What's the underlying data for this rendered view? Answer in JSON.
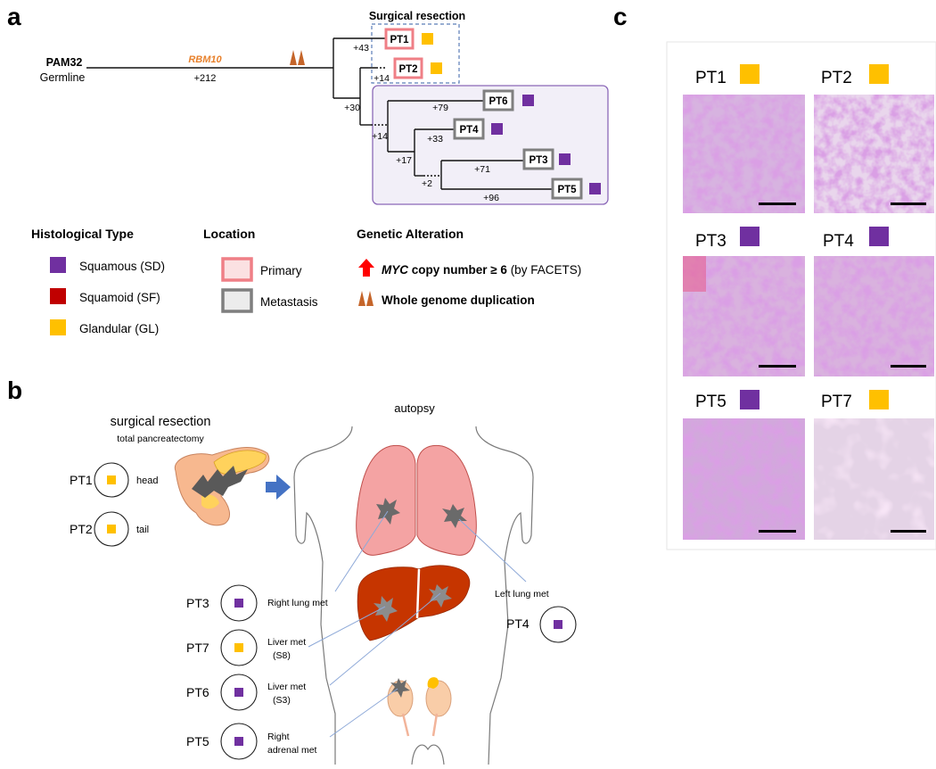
{
  "panel_a": {
    "label": "a",
    "tree": {
      "root_name": "PAM32",
      "root_sub": "Germline",
      "trunk_gene": "RBM10",
      "trunk_count": "+212",
      "branch_labels": [
        "+43",
        "+14",
        "+30",
        "+14",
        "+79",
        "+33",
        "+17",
        "+71",
        "+2",
        "+96"
      ],
      "leaves": [
        "PT1",
        "PT2",
        "PT6",
        "PT4",
        "PT3",
        "PT5"
      ],
      "surgical_label": "Surgical resection"
    },
    "legend": {
      "histo_title": "Histological Type",
      "histo_items": [
        {
          "label": "Squamous (SD)",
          "color": "#7030a0"
        },
        {
          "label": "Squamoid (SF)",
          "color": "#c00000"
        },
        {
          "label": "Glandular (GL)",
          "color": "#ffc000"
        }
      ],
      "location_title": "Location",
      "location_items": [
        {
          "label": "Primary",
          "fill": "#fbe1e2",
          "stroke": "#ef7f86"
        },
        {
          "label": "Metastasis",
          "fill": "#ececec",
          "stroke": "#7f7f7f"
        }
      ],
      "genetic_title": "Genetic Alteration",
      "myc_gene": "MYC",
      "myc_rest": " copy number ≥ 6",
      "myc_method": " (by FACETS)",
      "wgd_label": "Whole genome duplication"
    }
  },
  "panel_b": {
    "label": "b",
    "surgical_title": "surgical  resection",
    "surgical_sub": "total pancreatectomy",
    "autopsy_title": "autopsy",
    "samples": [
      {
        "id": "PT1",
        "site": "head",
        "color": "#ffc000"
      },
      {
        "id": "PT2",
        "site": "tail",
        "color": "#ffc000"
      },
      {
        "id": "PT3",
        "site": "Right lung met",
        "color": "#7030a0"
      },
      {
        "id": "PT7",
        "site_lines": [
          "Liver met",
          "(S8)"
        ],
        "color": "#ffc000"
      },
      {
        "id": "PT6",
        "site_lines": [
          "Liver met",
          "(S3)"
        ],
        "color": "#7030a0"
      },
      {
        "id": "PT5",
        "site_lines": [
          "Right",
          "adrenal met"
        ],
        "color": "#7030a0"
      },
      {
        "id": "PT4",
        "site": "Left lung met",
        "color": "#7030a0"
      }
    ]
  },
  "panel_c": {
    "label": "c",
    "tiles": [
      {
        "id": "PT1",
        "color": "#ffc000"
      },
      {
        "id": "PT2",
        "color": "#ffc000"
      },
      {
        "id": "PT3",
        "color": "#7030a0"
      },
      {
        "id": "PT4",
        "color": "#7030a0"
      },
      {
        "id": "PT5",
        "color": "#7030a0"
      },
      {
        "id": "PT7",
        "color": "#ffc000"
      }
    ]
  }
}
